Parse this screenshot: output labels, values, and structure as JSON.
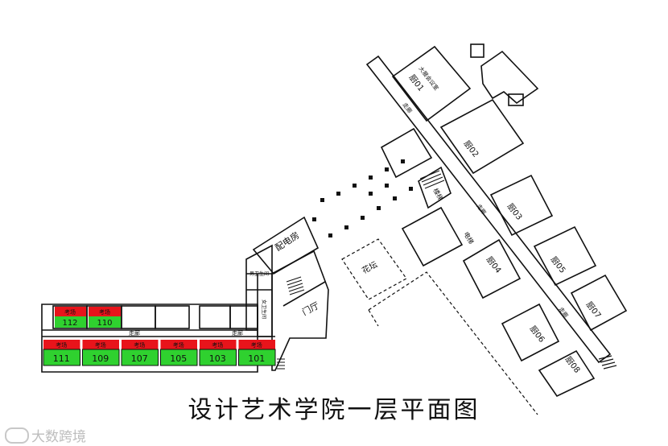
{
  "title": "设计艺术学院一层平面图",
  "watermark": "大数跨境",
  "exam_label": "考场",
  "corridor_label": "走廊",
  "hall_label": "门厅",
  "garden_label": "花坛",
  "power_room": "配电房",
  "bottom_rooms": [
    "111",
    "109",
    "107",
    "105",
    "103",
    "101"
  ],
  "top_rooms": [
    "112",
    "110"
  ],
  "right_rooms": {
    "r01": "厨01",
    "r01_sub": "大展会议室",
    "r02": "厨02",
    "r03": "厨03",
    "r04": "厨04",
    "r05": "厨05",
    "r06": "厨06",
    "r07": "厨07",
    "r08": "厨08"
  },
  "small_labels": {
    "s1": "男卫生间",
    "s2": "女卫生间",
    "s3": "楼梯",
    "s4": "电梯",
    "s5": "走廊",
    "s6": "走廊"
  },
  "colors": {
    "exam_red": "#e8141b",
    "room_green": "#2fd12f",
    "line": "#111111"
  }
}
